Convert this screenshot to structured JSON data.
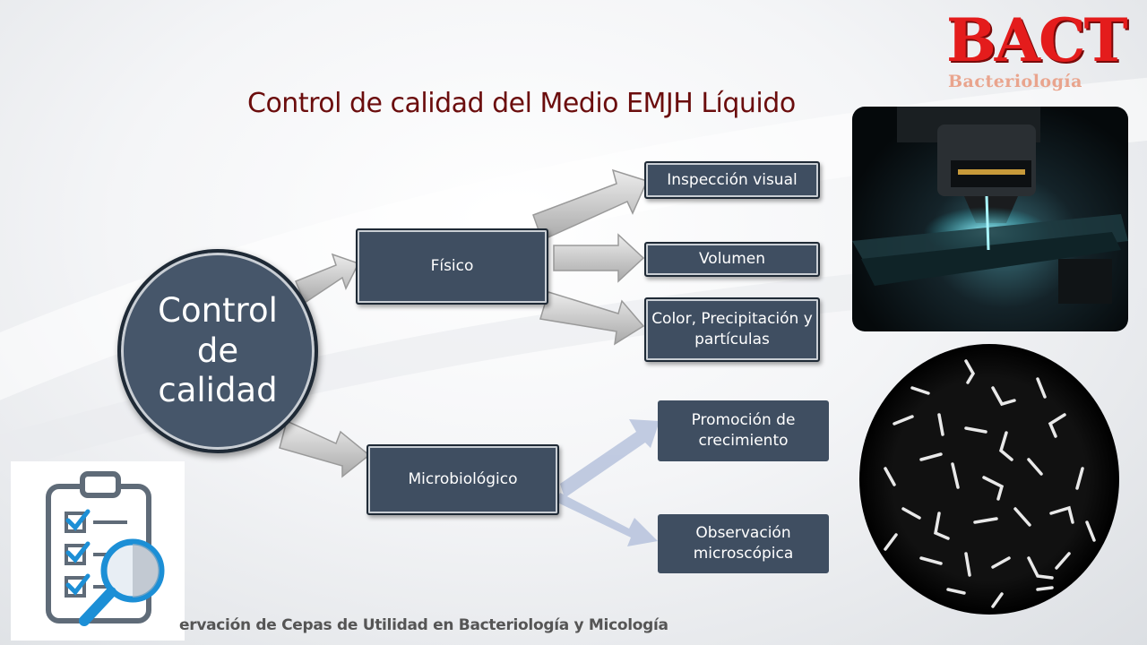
{
  "title": "Control de calidad del Medio EMJH Líquido",
  "logo": {
    "main": "BACT",
    "sub": "Bacteriología"
  },
  "diagram": {
    "root": "Control de calidad",
    "branches": [
      {
        "label": "Físico",
        "children": [
          "Inspección visual",
          "Volumen",
          "Color, Precipitación y partículas"
        ]
      },
      {
        "label": "Microbiológico",
        "children": [
          "Promoción de crecimiento",
          "Observación microscópica"
        ]
      }
    ]
  },
  "footer": "ervación de Cepas de Utilidad en Bacteriología y Micología",
  "colors": {
    "title": "#6b0d0d",
    "node": "#3f4e61",
    "logo": "#e41c1c"
  },
  "icons": [
    "clipboard-checklist-icon",
    "magnifier-icon",
    "microscope-photo",
    "micrograph-image"
  ]
}
